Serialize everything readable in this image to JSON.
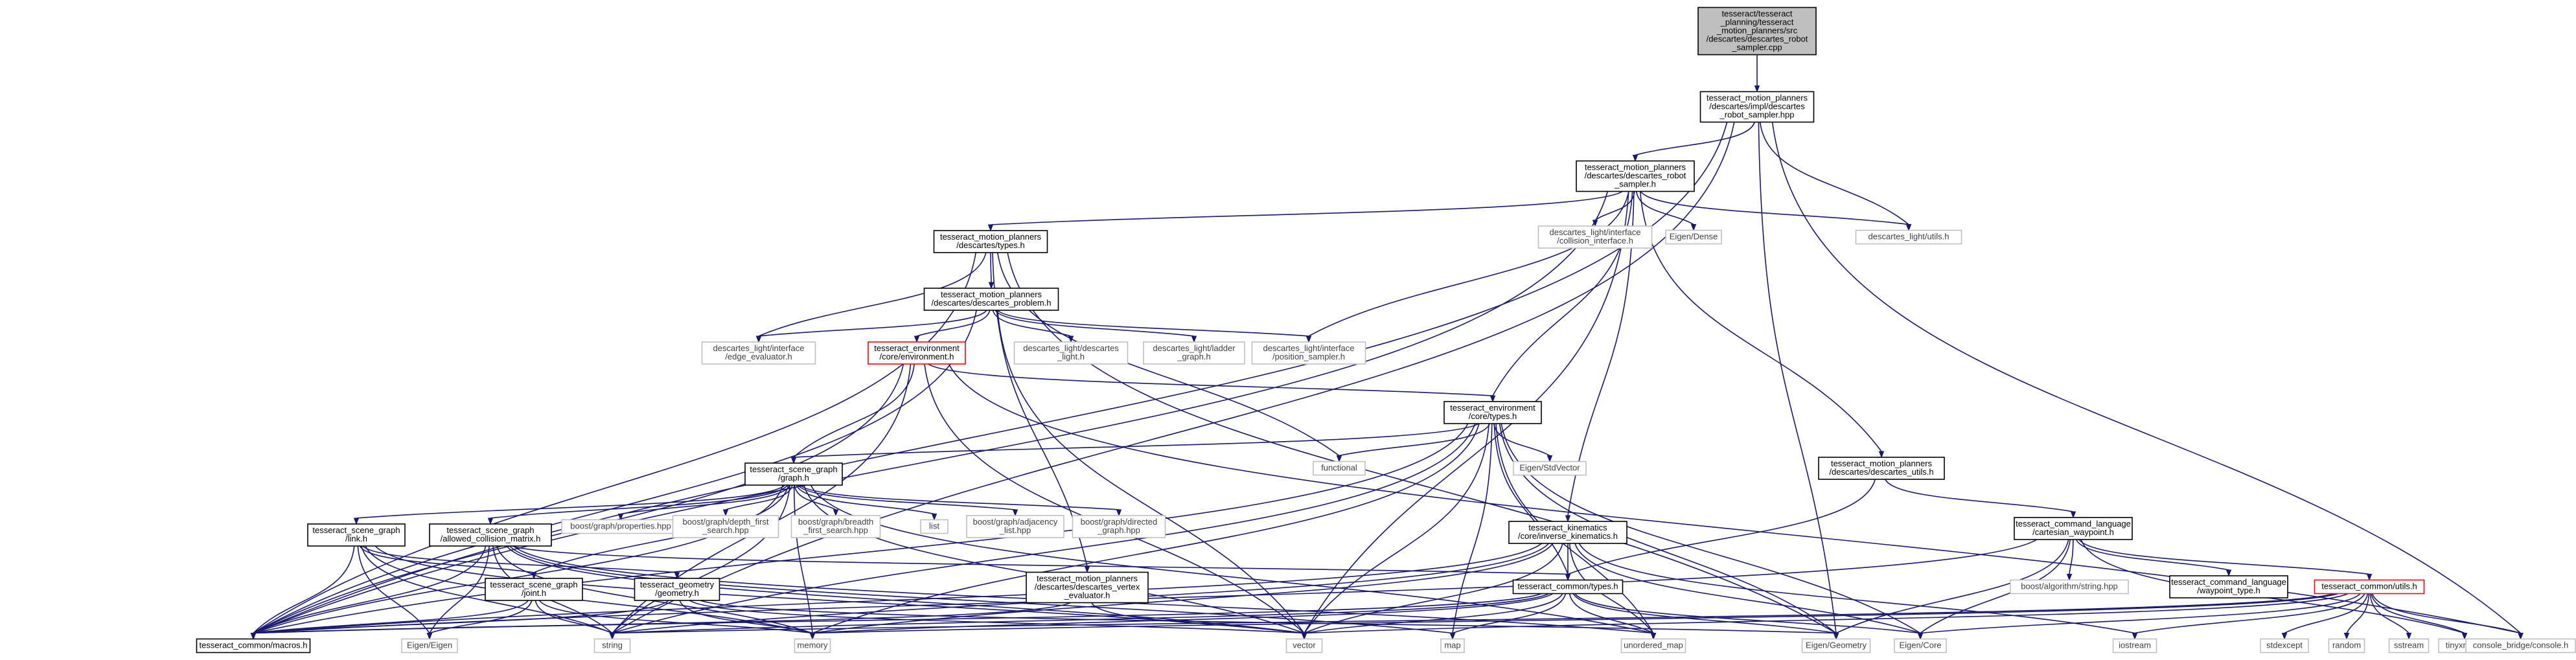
{
  "graph": {
    "nodes": [
      {
        "id": "root",
        "kind": "root",
        "lines": [
          "tesseract/tesseract",
          "_planning/tesseract",
          "_motion_planners/src",
          "/descartes/descartes_robot",
          "_sampler.cpp"
        ]
      },
      {
        "id": "impl_sampler_hpp",
        "kind": "doc",
        "lines": [
          "tesseract_motion_planners",
          "/descartes/impl/descartes",
          "_robot_sampler.hpp"
        ]
      },
      {
        "id": "robot_sampler_h",
        "kind": "doc",
        "lines": [
          "tesseract_motion_planners",
          "/descartes/descartes_robot",
          "_sampler.h"
        ]
      },
      {
        "id": "types_h_mp",
        "kind": "doc",
        "lines": [
          "tesseract_motion_planners",
          "/descartes/types.h"
        ]
      },
      {
        "id": "collision_interface",
        "kind": "ext",
        "lines": [
          "descartes_light/interface",
          "/collision_interface.h"
        ]
      },
      {
        "id": "eigen_dense",
        "kind": "ext",
        "lines": [
          "Eigen/Dense"
        ]
      },
      {
        "id": "dl_utils",
        "kind": "ext",
        "lines": [
          "descartes_light/utils.h"
        ]
      },
      {
        "id": "problem_h",
        "kind": "doc",
        "lines": [
          "tesseract_motion_planners",
          "/descartes/descartes_problem.h"
        ]
      },
      {
        "id": "edge_evaluator",
        "kind": "ext",
        "lines": [
          "descartes_light/interface",
          "/edge_evaluator.h"
        ]
      },
      {
        "id": "env_h",
        "kind": "red",
        "lines": [
          "tesseract_environment",
          "/core/environment.h"
        ]
      },
      {
        "id": "dl_descartes",
        "kind": "ext",
        "lines": [
          "descartes_light/descartes",
          "_light.h"
        ]
      },
      {
        "id": "ladder_graph",
        "kind": "ext",
        "lines": [
          "descartes_light/ladder",
          "_graph.h"
        ]
      },
      {
        "id": "position_sampler",
        "kind": "ext",
        "lines": [
          "descartes_light/interface",
          "/position_sampler.h"
        ]
      },
      {
        "id": "env_types_h",
        "kind": "doc",
        "lines": [
          "tesseract_environment",
          "/core/types.h"
        ]
      },
      {
        "id": "functional",
        "kind": "ext",
        "lines": [
          "functional"
        ]
      },
      {
        "id": "eigen_stdvector",
        "kind": "ext",
        "lines": [
          "Eigen/StdVector"
        ]
      },
      {
        "id": "mp_utils_h",
        "kind": "doc",
        "lines": [
          "tesseract_motion_planners",
          "/descartes/descartes_utils.h"
        ]
      },
      {
        "id": "graph_h",
        "kind": "doc",
        "lines": [
          "tesseract_scene_graph",
          "/graph.h"
        ]
      },
      {
        "id": "props_hpp",
        "kind": "ext",
        "lines": [
          "boost/graph/properties.hpp"
        ]
      },
      {
        "id": "dfs_hpp",
        "kind": "ext",
        "lines": [
          "boost/graph/depth_first",
          "_search.hpp"
        ]
      },
      {
        "id": "bfs_hpp",
        "kind": "ext",
        "lines": [
          "boost/graph/breadth",
          "_first_search.hpp"
        ]
      },
      {
        "id": "list",
        "kind": "ext",
        "lines": [
          "list"
        ]
      },
      {
        "id": "adj_list_hpp",
        "kind": "ext",
        "lines": [
          "boost/graph/adjacency",
          "_list.hpp"
        ]
      },
      {
        "id": "directed_hpp",
        "kind": "ext",
        "lines": [
          "boost/graph/directed",
          "_graph.hpp"
        ]
      },
      {
        "id": "cartesian_wp",
        "kind": "doc",
        "lines": [
          "tesseract_command_language",
          "/cartesian_waypoint.h"
        ]
      },
      {
        "id": "link_h",
        "kind": "doc",
        "lines": [
          "tesseract_scene_graph",
          "/link.h"
        ]
      },
      {
        "id": "acm_h",
        "kind": "doc",
        "lines": [
          "tesseract_scene_graph",
          "/allowed_collision_matrix.h"
        ]
      },
      {
        "id": "ik_h",
        "kind": "doc",
        "lines": [
          "tesseract_kinematics",
          "/core/inverse_kinematics.h"
        ]
      },
      {
        "id": "algo_string",
        "kind": "ext",
        "lines": [
          "boost/algorithm/string.hpp"
        ]
      },
      {
        "id": "waypoint_type",
        "kind": "doc",
        "lines": [
          "tesseract_command_language",
          "/waypoint_type.h"
        ]
      },
      {
        "id": "common_utils",
        "kind": "red",
        "lines": [
          "tesseract_common/utils.h"
        ]
      },
      {
        "id": "joint_h",
        "kind": "doc",
        "lines": [
          "tesseract_scene_graph",
          "/joint.h"
        ]
      },
      {
        "id": "geometry_h",
        "kind": "doc",
        "lines": [
          "tesseract_geometry",
          "/geometry.h"
        ]
      },
      {
        "id": "vertex_eval",
        "kind": "doc",
        "lines": [
          "tesseract_motion_planners",
          "/descartes/descartes_vertex",
          "_evaluator.h"
        ]
      },
      {
        "id": "common_types",
        "kind": "doc",
        "lines": [
          "tesseract_common/types.h"
        ]
      },
      {
        "id": "macros_h",
        "kind": "doc",
        "lines": [
          "tesseract_common/macros.h"
        ]
      },
      {
        "id": "eigen_eigen",
        "kind": "ext",
        "lines": [
          "Eigen/Eigen"
        ]
      },
      {
        "id": "string",
        "kind": "ext",
        "lines": [
          "string"
        ]
      },
      {
        "id": "memory",
        "kind": "ext",
        "lines": [
          "memory"
        ]
      },
      {
        "id": "vector",
        "kind": "ext",
        "lines": [
          "vector"
        ]
      },
      {
        "id": "map",
        "kind": "ext",
        "lines": [
          "map"
        ]
      },
      {
        "id": "unordered_map",
        "kind": "ext",
        "lines": [
          "unordered_map"
        ]
      },
      {
        "id": "eigen_geometry",
        "kind": "ext",
        "lines": [
          "Eigen/Geometry"
        ]
      },
      {
        "id": "eigen_core",
        "kind": "ext",
        "lines": [
          "Eigen/Core"
        ]
      },
      {
        "id": "iostream",
        "kind": "ext",
        "lines": [
          "iostream"
        ]
      },
      {
        "id": "stdexcept",
        "kind": "ext",
        "lines": [
          "stdexcept"
        ]
      },
      {
        "id": "random",
        "kind": "ext",
        "lines": [
          "random"
        ]
      },
      {
        "id": "sstream",
        "kind": "ext",
        "lines": [
          "sstream"
        ]
      },
      {
        "id": "tinyxml2",
        "kind": "ext",
        "lines": [
          "tinyxml2.h"
        ]
      },
      {
        "id": "console_h",
        "kind": "ext",
        "lines": [
          "console_bridge/console.h"
        ]
      }
    ],
    "edges": [
      [
        "root",
        "impl_sampler_hpp"
      ],
      [
        "impl_sampler_hpp",
        "robot_sampler_h"
      ],
      [
        "impl_sampler_hpp",
        "dl_utils"
      ],
      [
        "impl_sampler_hpp",
        "macros_h"
      ],
      [
        "impl_sampler_hpp",
        "eigen_geometry"
      ],
      [
        "impl_sampler_hpp",
        "console_h"
      ],
      [
        "impl_sampler_hpp",
        "string"
      ],
      [
        "robot_sampler_h",
        "types_h_mp"
      ],
      [
        "robot_sampler_h",
        "collision_interface"
      ],
      [
        "robot_sampler_h",
        "eigen_dense"
      ],
      [
        "robot_sampler_h",
        "dl_utils"
      ],
      [
        "robot_sampler_h",
        "position_sampler"
      ],
      [
        "robot_sampler_h",
        "env_types_h"
      ],
      [
        "robot_sampler_h",
        "ik_h"
      ],
      [
        "robot_sampler_h",
        "mp_utils_h"
      ],
      [
        "robot_sampler_h",
        "vector"
      ],
      [
        "robot_sampler_h",
        "macros_h"
      ],
      [
        "types_h_mp",
        "problem_h"
      ],
      [
        "types_h_mp",
        "edge_evaluator"
      ],
      [
        "types_h_mp",
        "functional"
      ],
      [
        "types_h_mp",
        "eigen_geometry"
      ],
      [
        "types_h_mp",
        "vertex_eval"
      ],
      [
        "types_h_mp",
        "macros_h"
      ],
      [
        "problem_h",
        "edge_evaluator"
      ],
      [
        "problem_h",
        "env_h"
      ],
      [
        "problem_h",
        "dl_descartes"
      ],
      [
        "problem_h",
        "ladder_graph"
      ],
      [
        "problem_h",
        "position_sampler"
      ],
      [
        "problem_h",
        "vector"
      ],
      [
        "problem_h",
        "macros_h"
      ],
      [
        "env_h",
        "env_types_h"
      ],
      [
        "env_h",
        "graph_h"
      ],
      [
        "env_h",
        "console_h"
      ],
      [
        "env_h",
        "macros_h"
      ],
      [
        "env_h",
        "vector"
      ],
      [
        "env_h",
        "string"
      ],
      [
        "env_types_h",
        "functional"
      ],
      [
        "env_types_h",
        "eigen_stdvector"
      ],
      [
        "env_types_h",
        "graph_h"
      ],
      [
        "env_types_h",
        "common_types"
      ],
      [
        "env_types_h",
        "macros_h"
      ],
      [
        "env_types_h",
        "vector"
      ],
      [
        "env_types_h",
        "map"
      ],
      [
        "env_types_h",
        "unordered_map"
      ],
      [
        "env_types_h",
        "eigen_geometry"
      ],
      [
        "env_types_h",
        "eigen_core"
      ],
      [
        "env_types_h",
        "memory"
      ],
      [
        "env_types_h",
        "string"
      ],
      [
        "graph_h",
        "props_hpp"
      ],
      [
        "graph_h",
        "dfs_hpp"
      ],
      [
        "graph_h",
        "bfs_hpp"
      ],
      [
        "graph_h",
        "list"
      ],
      [
        "graph_h",
        "adj_list_hpp"
      ],
      [
        "graph_h",
        "directed_hpp"
      ],
      [
        "graph_h",
        "link_h"
      ],
      [
        "graph_h",
        "acm_h"
      ],
      [
        "graph_h",
        "joint_h"
      ],
      [
        "graph_h",
        "macros_h"
      ],
      [
        "graph_h",
        "string"
      ],
      [
        "graph_h",
        "vector"
      ],
      [
        "graph_h",
        "unordered_map"
      ],
      [
        "graph_h",
        "memory"
      ],
      [
        "link_h",
        "joint_h"
      ],
      [
        "link_h",
        "eigen_eigen"
      ],
      [
        "link_h",
        "geometry_h"
      ],
      [
        "link_h",
        "macros_h"
      ],
      [
        "link_h",
        "string"
      ],
      [
        "link_h",
        "vector"
      ],
      [
        "link_h",
        "memory"
      ],
      [
        "acm_h",
        "common_types"
      ],
      [
        "acm_h",
        "macros_h"
      ],
      [
        "acm_h",
        "eigen_eigen"
      ],
      [
        "acm_h",
        "string"
      ],
      [
        "acm_h",
        "unordered_map"
      ],
      [
        "acm_h",
        "memory"
      ],
      [
        "acm_h",
        "vector"
      ],
      [
        "acm_h",
        "map"
      ],
      [
        "joint_h",
        "macros_h"
      ],
      [
        "joint_h",
        "eigen_eigen"
      ],
      [
        "joint_h",
        "string"
      ],
      [
        "joint_h",
        "memory"
      ],
      [
        "geometry_h",
        "macros_h"
      ],
      [
        "geometry_h",
        "memory"
      ],
      [
        "geometry_h",
        "eigen_geometry"
      ],
      [
        "geometry_h",
        "vector"
      ],
      [
        "vertex_eval",
        "macros_h"
      ],
      [
        "vertex_eval",
        "vector"
      ],
      [
        "mp_utils_h",
        "cartesian_wp"
      ],
      [
        "mp_utils_h",
        "common_types"
      ],
      [
        "cartesian_wp",
        "algo_string"
      ],
      [
        "cartesian_wp",
        "waypoint_type"
      ],
      [
        "cartesian_wp",
        "common_utils"
      ],
      [
        "cartesian_wp",
        "eigen_geometry"
      ],
      [
        "cartesian_wp",
        "eigen_core"
      ],
      [
        "cartesian_wp",
        "macros_h"
      ],
      [
        "cartesian_wp",
        "tinyxml2"
      ],
      [
        "ik_h",
        "common_types"
      ],
      [
        "ik_h",
        "macros_h"
      ],
      [
        "ik_h",
        "vector"
      ],
      [
        "ik_h",
        "memory"
      ],
      [
        "ik_h",
        "string"
      ],
      [
        "ik_h",
        "unordered_map"
      ],
      [
        "ik_h",
        "eigen_core"
      ],
      [
        "ik_h",
        "iostream"
      ],
      [
        "common_types",
        "vector"
      ],
      [
        "common_types",
        "memory"
      ],
      [
        "common_types",
        "map"
      ],
      [
        "common_types",
        "unordered_map"
      ],
      [
        "common_types",
        "eigen_geometry"
      ],
      [
        "common_types",
        "eigen_core"
      ],
      [
        "common_types",
        "string"
      ],
      [
        "common_types",
        "macros_h"
      ],
      [
        "common_utils",
        "vector"
      ],
      [
        "common_utils",
        "stdexcept"
      ],
      [
        "common_utils",
        "random"
      ],
      [
        "common_utils",
        "sstream"
      ],
      [
        "common_utils",
        "tinyxml2"
      ],
      [
        "common_utils",
        "console_h"
      ],
      [
        "common_utils",
        "eigen_core"
      ],
      [
        "common_utils",
        "iostream"
      ],
      [
        "common_utils",
        "memory"
      ],
      [
        "common_utils",
        "string"
      ]
    ]
  },
  "colors": {
    "edge": "#191970",
    "root_fill": "#bfbfbf",
    "doc_border": "#000000",
    "ext_border": "#bfbfbf",
    "red_border": "#ff0000"
  }
}
